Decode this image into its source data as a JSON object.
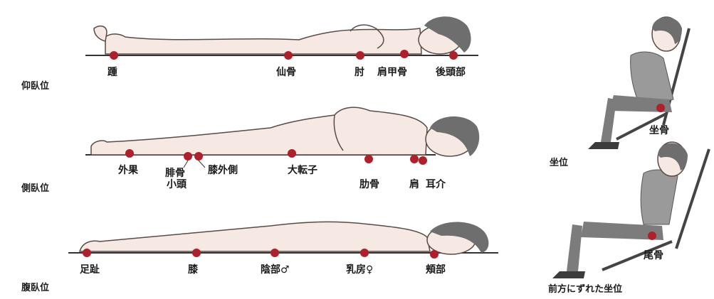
{
  "colors": {
    "point": "#b0202a",
    "skin": "#f6e9e3",
    "outline": "#5a4a46",
    "hair": "#6e6e6e",
    "shirt": "#9a9a9a",
    "pants": "#7c7c7c",
    "shoe": "#3c3c3c",
    "chair": "#444444",
    "ground": "#333333"
  },
  "positions": {
    "supine": "仰臥位",
    "lateral": "側臥位",
    "prone": "腹臥位",
    "sitting": "坐位",
    "sitting_slid": "前方にずれた坐位"
  },
  "points": {
    "supine": [
      "踵",
      "仙骨",
      "肘",
      "肩甲骨",
      "後頭部"
    ],
    "lateral": [
      "外果",
      "腓骨",
      "小頭",
      "膝外側",
      "大転子",
      "肋骨",
      "肩",
      "耳介"
    ],
    "prone": [
      "足趾",
      "膝",
      "陰部♂",
      "乳房♀",
      "頬部"
    ],
    "sitting": [
      "坐骨"
    ],
    "sitting_slid": [
      "尾骨"
    ]
  }
}
